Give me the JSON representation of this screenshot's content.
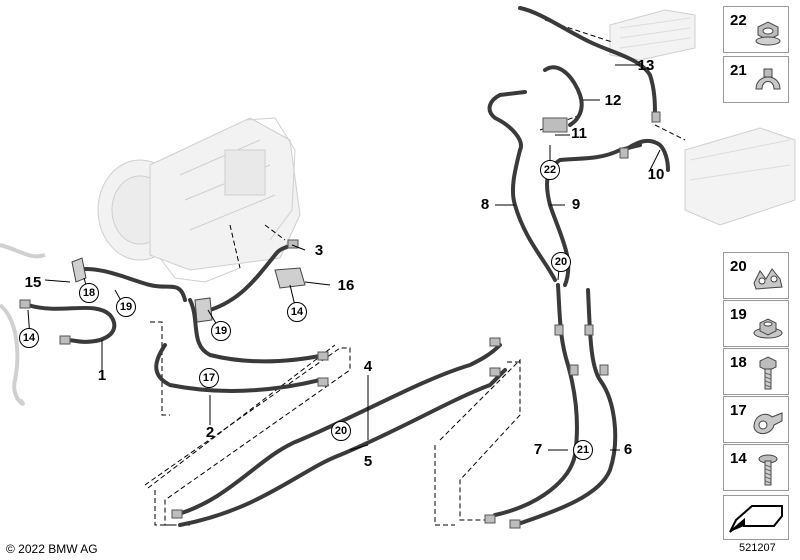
{
  "callouts": [
    {
      "id": "1",
      "label": "1"
    },
    {
      "id": "2",
      "label": "2"
    },
    {
      "id": "3",
      "label": "3"
    },
    {
      "id": "4",
      "label": "4"
    },
    {
      "id": "5",
      "label": "5"
    },
    {
      "id": "6",
      "label": "6"
    },
    {
      "id": "7",
      "label": "7"
    },
    {
      "id": "8",
      "label": "8"
    },
    {
      "id": "9",
      "label": "9"
    },
    {
      "id": "10",
      "label": "10"
    },
    {
      "id": "11",
      "label": "11"
    },
    {
      "id": "12",
      "label": "12"
    },
    {
      "id": "13",
      "label": "13"
    },
    {
      "id": "15",
      "label": "15"
    },
    {
      "id": "16",
      "label": "16"
    }
  ],
  "circled_refs": [
    {
      "label": "14"
    },
    {
      "label": "18"
    },
    {
      "label": "19"
    },
    {
      "label": "14"
    },
    {
      "label": "19"
    },
    {
      "label": "17"
    },
    {
      "label": "14"
    },
    {
      "label": "20"
    },
    {
      "label": "20"
    },
    {
      "label": "21"
    },
    {
      "label": "22"
    }
  ],
  "legend": [
    {
      "number": "22",
      "icon": "hex-nut-collar-icon"
    },
    {
      "number": "21",
      "icon": "hose-clip-icon"
    },
    {
      "number": "20",
      "icon": "line-holder-clip-icon"
    },
    {
      "number": "19",
      "icon": "flange-nut-icon"
    },
    {
      "number": "18",
      "icon": "hex-bolt-icon"
    },
    {
      "number": "17",
      "icon": "pipe-clamp-icon"
    },
    {
      "number": "14",
      "icon": "torx-bolt-icon"
    }
  ],
  "footer": {
    "copyright": "© 2022 BMW AG",
    "diagram_id": "521207"
  }
}
